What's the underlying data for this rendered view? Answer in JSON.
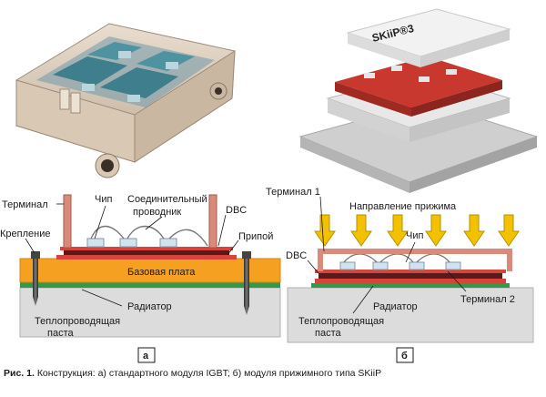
{
  "figure": {
    "panel_a": {
      "tag": "а",
      "labels": {
        "terminal": "Терминал",
        "chip": "Чип",
        "connector_1": "Соединительный",
        "connector_2": "проводник",
        "dbc": "DBC",
        "solder": "Припой",
        "mount": "Крепление",
        "baseplate": "Базовая плата",
        "radiator": "Радиатор",
        "paste_1": "Теплопроводящая",
        "paste_2": "паста"
      }
    },
    "panel_b": {
      "tag": "б",
      "photo_brand": "SKiiP®3",
      "labels": {
        "terminal1": "Терминал 1",
        "press_direction": "Направление прижима",
        "chip": "Чип",
        "dbc": "DBC",
        "radiator": "Радиатор",
        "terminal2": "Терминал 2",
        "paste_1": "Теплопроводящая",
        "paste_2": "паста"
      }
    },
    "caption": {
      "prefix": "Рис. 1.",
      "text": "Конструкция: а) стандартного модуля IGBT; б) модуля прижимного типа SKiiP"
    },
    "colors": {
      "baseplate": "#f5a020",
      "copper": "#d9443a",
      "arrow": "#f2c200",
      "terminal": "#d98a7a",
      "radiator": "#dcdcdc",
      "paste": "#2f9a4a"
    }
  }
}
